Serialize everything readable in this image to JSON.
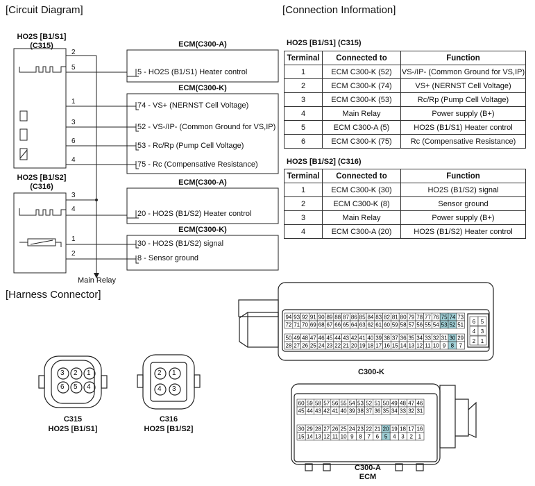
{
  "sections": {
    "circuit": "[Circuit Diagram]",
    "connection": "[Connection Information]",
    "harness": "[Harness Connector]"
  },
  "circuit": {
    "sensor1": {
      "name": "HO2S [B1/S1]",
      "conn": "(C315)",
      "pins": [
        "2",
        "5",
        "1",
        "3",
        "6",
        "4"
      ]
    },
    "sensor2": {
      "name": "HO2S [B1/S2]",
      "conn": "(C316)",
      "pins": [
        "3",
        "4",
        "1",
        "2"
      ]
    },
    "ecm_blocks": [
      {
        "title": "ECM(C300-A)",
        "lines": [
          "5 - HO2S (B1/S1) Heater control"
        ]
      },
      {
        "title": "ECM(C300-K)",
        "lines": [
          "74 - VS+ (NERNST Cell Voltage)",
          "52 - VS-/IP- (Common Ground for VS,IP)",
          "53 - Rc/Rp (Pump Cell Voltage)",
          "75 - Rc (Compensative Resistance)"
        ]
      },
      {
        "title": "ECM(C300-A)",
        "lines": [
          "20 - HO2S (B1/S2) Heater control"
        ]
      },
      {
        "title": "ECM(C300-K)",
        "lines": [
          "30 - HO2S (B1/S2) signal",
          "8 - Sensor ground"
        ]
      }
    ],
    "main_relay": "Main Relay"
  },
  "tables": [
    {
      "title": "HO2S [B1/S1] (C315)",
      "headers": [
        "Terminal",
        "Connected to",
        "Function"
      ],
      "rows": [
        [
          "1",
          "ECM C300-K (52)",
          "VS-/IP- (Common Ground for VS,IP)"
        ],
        [
          "2",
          "ECM C300-K (74)",
          "VS+ (NERNST Cell Voltage)"
        ],
        [
          "3",
          "ECM C300-K (53)",
          "Rc/Rp (Pump Cell Voltage)"
        ],
        [
          "4",
          "Main Relay",
          "Power supply (B+)"
        ],
        [
          "5",
          "ECM C300-A (5)",
          "HO2S (B1/S1) Heater control"
        ],
        [
          "6",
          "ECM C300-K (75)",
          "Rc (Compensative Resistance)"
        ]
      ]
    },
    {
      "title": "HO2S [B1/S2] (C316)",
      "headers": [
        "Terminal",
        "Connected to",
        "Function"
      ],
      "rows": [
        [
          "1",
          "ECM C300-K (30)",
          "HO2S (B1/S2) signal"
        ],
        [
          "2",
          "ECM C300-K (8)",
          "Sensor ground"
        ],
        [
          "3",
          "Main Relay",
          "Power supply (B+)"
        ],
        [
          "4",
          "ECM C300-A (20)",
          "HO2S (B1/S2) Heater control"
        ]
      ]
    }
  ],
  "harness": {
    "c315": {
      "pins": [
        "3",
        "2",
        "1",
        "6",
        "5",
        "4"
      ],
      "label1": "C315",
      "label2": "HO2S [B1/S1]"
    },
    "c316": {
      "pins": [
        "2",
        "1",
        "4",
        "3"
      ],
      "label1": "C316",
      "label2": "HO2S [B1/S2]"
    },
    "c300k": {
      "label": "C300-K",
      "rows": [
        [
          "94",
          "93",
          "92",
          "91",
          "90",
          "89",
          "88",
          "87",
          "86",
          "85",
          "84",
          "83",
          "82",
          "81",
          "80",
          "79",
          "78",
          "77",
          "76",
          "75",
          "74",
          "73"
        ],
        [
          "72",
          "71",
          "70",
          "69",
          "68",
          "67",
          "66",
          "65",
          "64",
          "63",
          "62",
          "61",
          "60",
          "59",
          "58",
          "57",
          "56",
          "55",
          "54",
          "53",
          "52",
          "51"
        ],
        [
          "50",
          "49",
          "48",
          "47",
          "46",
          "45",
          "44",
          "43",
          "42",
          "41",
          "40",
          "39",
          "38",
          "37",
          "36",
          "35",
          "34",
          "33",
          "32",
          "31",
          "30",
          "29"
        ],
        [
          "28",
          "27",
          "26",
          "25",
          "24",
          "23",
          "22",
          "21",
          "20",
          "19",
          "18",
          "17",
          "16",
          "15",
          "14",
          "13",
          "12",
          "11",
          "10",
          "9",
          "8",
          "7"
        ]
      ],
      "side": [
        [
          "6",
          "5"
        ],
        [
          "4",
          "3"
        ],
        [
          "2",
          "1"
        ]
      ],
      "highlight": [
        "75",
        "74",
        "53",
        "52",
        "30",
        "8"
      ]
    },
    "c300a": {
      "label1": "C300-A",
      "label2": "ECM",
      "rows": [
        [
          "60",
          "59",
          "58",
          "57",
          "56",
          "55",
          "54",
          "53",
          "52",
          "51",
          "50",
          "49",
          "48",
          "47",
          "46"
        ],
        [
          "45",
          "44",
          "43",
          "42",
          "41",
          "40",
          "39",
          "38",
          "37",
          "36",
          "35",
          "34",
          "33",
          "32",
          "31"
        ],
        [
          "30",
          "29",
          "28",
          "27",
          "26",
          "25",
          "24",
          "23",
          "22",
          "21",
          "20",
          "19",
          "18",
          "17",
          "16"
        ],
        [
          "15",
          "14",
          "13",
          "12",
          "11",
          "10",
          "9",
          "8",
          "7",
          "6",
          "5",
          "4",
          "3",
          "2",
          "1"
        ]
      ],
      "highlight": [
        "20",
        "5"
      ]
    },
    "highlight_color": "#9fcfd6"
  }
}
